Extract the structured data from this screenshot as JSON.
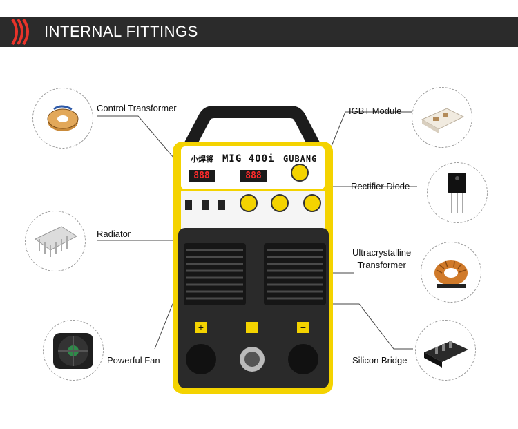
{
  "header": {
    "title": "INTERNAL FITTINGS"
  },
  "machine": {
    "brand_cn": "小焊将",
    "model": "MIG 400i",
    "brand": "GUBANG",
    "display_left": "888",
    "display_right": "888"
  },
  "parts": [
    {
      "id": "control-transformer",
      "label": "Control Transformer",
      "icon": "toroid-transformer-icon"
    },
    {
      "id": "radiator",
      "label": "Radiator",
      "icon": "heatsink-icon"
    },
    {
      "id": "powerful-fan",
      "label": "Powerful Fan",
      "icon": "fan-icon"
    },
    {
      "id": "igbt-module",
      "label": "IGBT Module",
      "icon": "igbt-module-icon"
    },
    {
      "id": "rectifier-diode",
      "label": "Rectifier Diode",
      "icon": "diode-icon"
    },
    {
      "id": "ultracrystalline-transformer",
      "label_line1": "Ultracrystalline",
      "label_line2": "Transformer",
      "icon": "copper-coil-icon"
    },
    {
      "id": "silicon-bridge",
      "label": "Silicon Bridge",
      "icon": "silicon-bridge-icon"
    }
  ],
  "colors": {
    "banner": "#2b2b2b",
    "accent": "#e8332a",
    "machine_yellow": "#f4d300",
    "machine_body": "#2a2a2a"
  }
}
